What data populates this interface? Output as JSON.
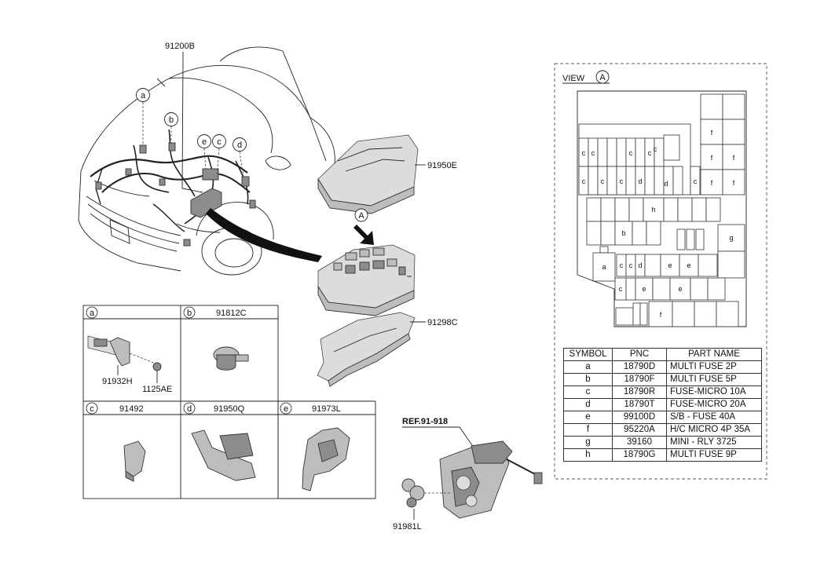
{
  "main_diagram": {
    "harness_part": "91200B",
    "cover_part": "91950E",
    "lower_cover_part": "91298C",
    "view_marker": "A",
    "ref_label": "REF.91-918",
    "bracket_part": "91981L",
    "callouts": [
      "a",
      "b",
      "e",
      "c",
      "d"
    ]
  },
  "detail_panels": [
    {
      "letter": "a",
      "part": "",
      "sub_parts": [
        "91932H",
        "1125AE"
      ]
    },
    {
      "letter": "b",
      "part": "91812C",
      "sub_parts": []
    },
    {
      "letter": "c",
      "part": "91492",
      "sub_parts": []
    },
    {
      "letter": "d",
      "part": "91950Q",
      "sub_parts": []
    },
    {
      "letter": "e",
      "part": "91973L",
      "sub_parts": []
    }
  ],
  "view_a": {
    "title": "VIEW",
    "marker": "A",
    "fuse_labels": {
      "f": "f",
      "c": "c",
      "d": "d",
      "h": "h",
      "b": "b",
      "g": "g",
      "a": "a",
      "e": "e"
    }
  },
  "legend": {
    "headers": [
      "SYMBOL",
      "PNC",
      "PART NAME"
    ],
    "rows": [
      [
        "a",
        "18790D",
        "MULTI FUSE 2P"
      ],
      [
        "b",
        "18790F",
        "MULTI FUSE 5P"
      ],
      [
        "c",
        "18790R",
        "FUSE-MICRO 10A"
      ],
      [
        "d",
        "18790T",
        "FUSE-MICRO 20A"
      ],
      [
        "e",
        "99100D",
        "S/B - FUSE 40A"
      ],
      [
        "f",
        "95220A",
        "H/C MICRO 4P 35A"
      ],
      [
        "g",
        "39160",
        "MINI - RLY 3725"
      ],
      [
        "h",
        "18790G",
        "MULTI FUSE 9P"
      ]
    ]
  }
}
